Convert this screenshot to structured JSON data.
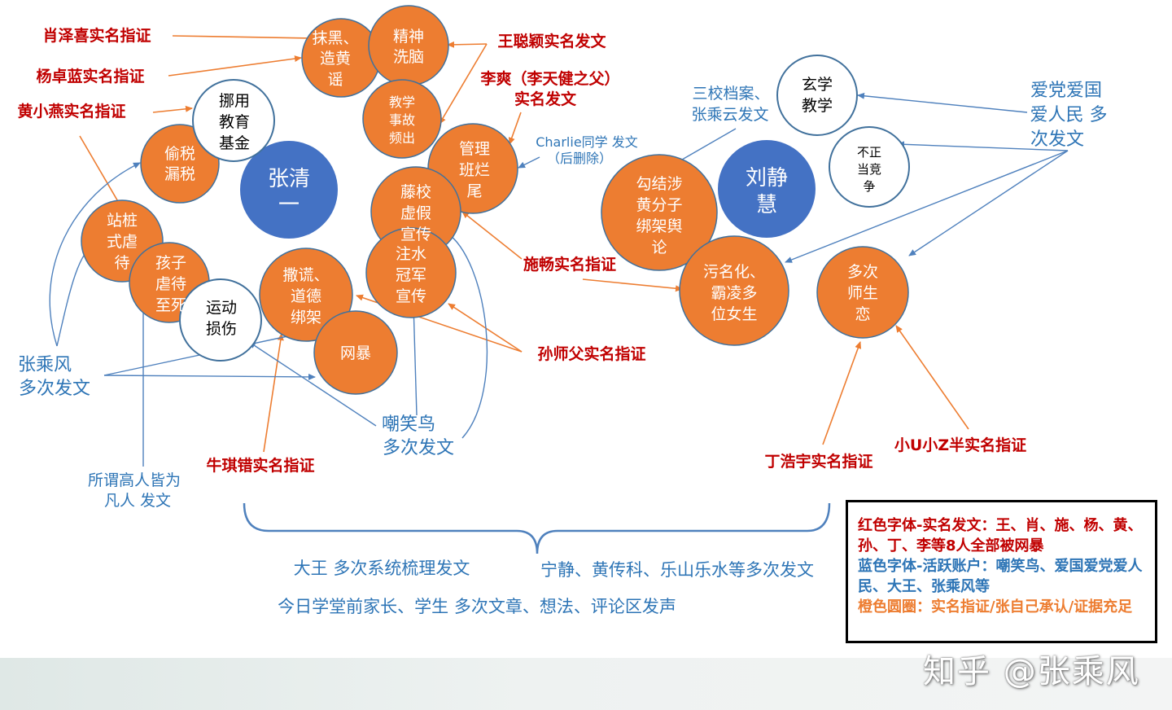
{
  "colors": {
    "orange": "#ed7d31",
    "blue_circle": "#4472c4",
    "red_text": "#c00000",
    "blue_text": "#2e75b6",
    "arrow_blue": "#4f81bd",
    "arrow_orange": "#ed7d31"
  },
  "nodes": {
    "zhang_qingyi": "张清一",
    "liu_jinghui": "刘静慧",
    "mohei": "抹黑、造黄谣",
    "jingshen": "精神洗脑",
    "nuoyong": "挪用教育基金",
    "jiaoxue": "教学事故频出",
    "toushui": "偷税漏税",
    "guanli": "管理班烂尾",
    "tengxiao": "藤校虚假宣传",
    "zhuangzhuang": "站桩式虐待",
    "haizi": "孩子虐待至死",
    "zhushui": "注水冠军宣传",
    "sahuang": "撒谎、道德绑架",
    "yundong": "运动损伤",
    "wangbao": "网暴",
    "goujie": "勾结涉黄分子绑架舆论",
    "xuanxue": "玄学教学",
    "buzheng": "不正当竞争",
    "wuminghua": "污名化、霸凌多位女生",
    "duoci": "多次师生恋"
  },
  "labels": {
    "xiao": "肖泽喜实名指证",
    "yang": "杨卓蓝实名指证",
    "huang": "黄小燕实名指证",
    "wang": "王聪颖实名发文",
    "li": "李爽（李天健之父） 实名发文",
    "charlie": "Charlie同学 发文（后删除）",
    "sanxiao": "三校档案、张乘云发文",
    "aidang": "爱党爱国爱人民 多次发文",
    "shi": "施畅实名指证",
    "sun": "孙师父实名指证",
    "zhangchengfeng": "张乘风多次发文",
    "chaoxiaoniao": "嘲笑鸟多次发文",
    "niu": "牛琪错实名指证",
    "suowei": "所谓高人皆为凡人 发文",
    "ding": "丁浩宇实名指证",
    "xiaou": "小U小Z半实名指证",
    "dawang": "大王 多次系统梳理发文",
    "ningjing": "宁静、黄传科、乐山乐水等多次发文",
    "jinri": "今日学堂前家长、学生 多次文章、想法、评论区发声"
  },
  "legend": {
    "red": "红色字体-实名发文：王、肖、施、杨、黄、孙、丁、李等8人全部被网暴",
    "blue": "蓝色字体-活跃账户：嘲笑鸟、爱国爱党爱人民、大王、张乘风等",
    "orange": "橙色圆圈：实名指证/张自己承认/证据充足"
  },
  "watermark": "知乎 @张乘风"
}
